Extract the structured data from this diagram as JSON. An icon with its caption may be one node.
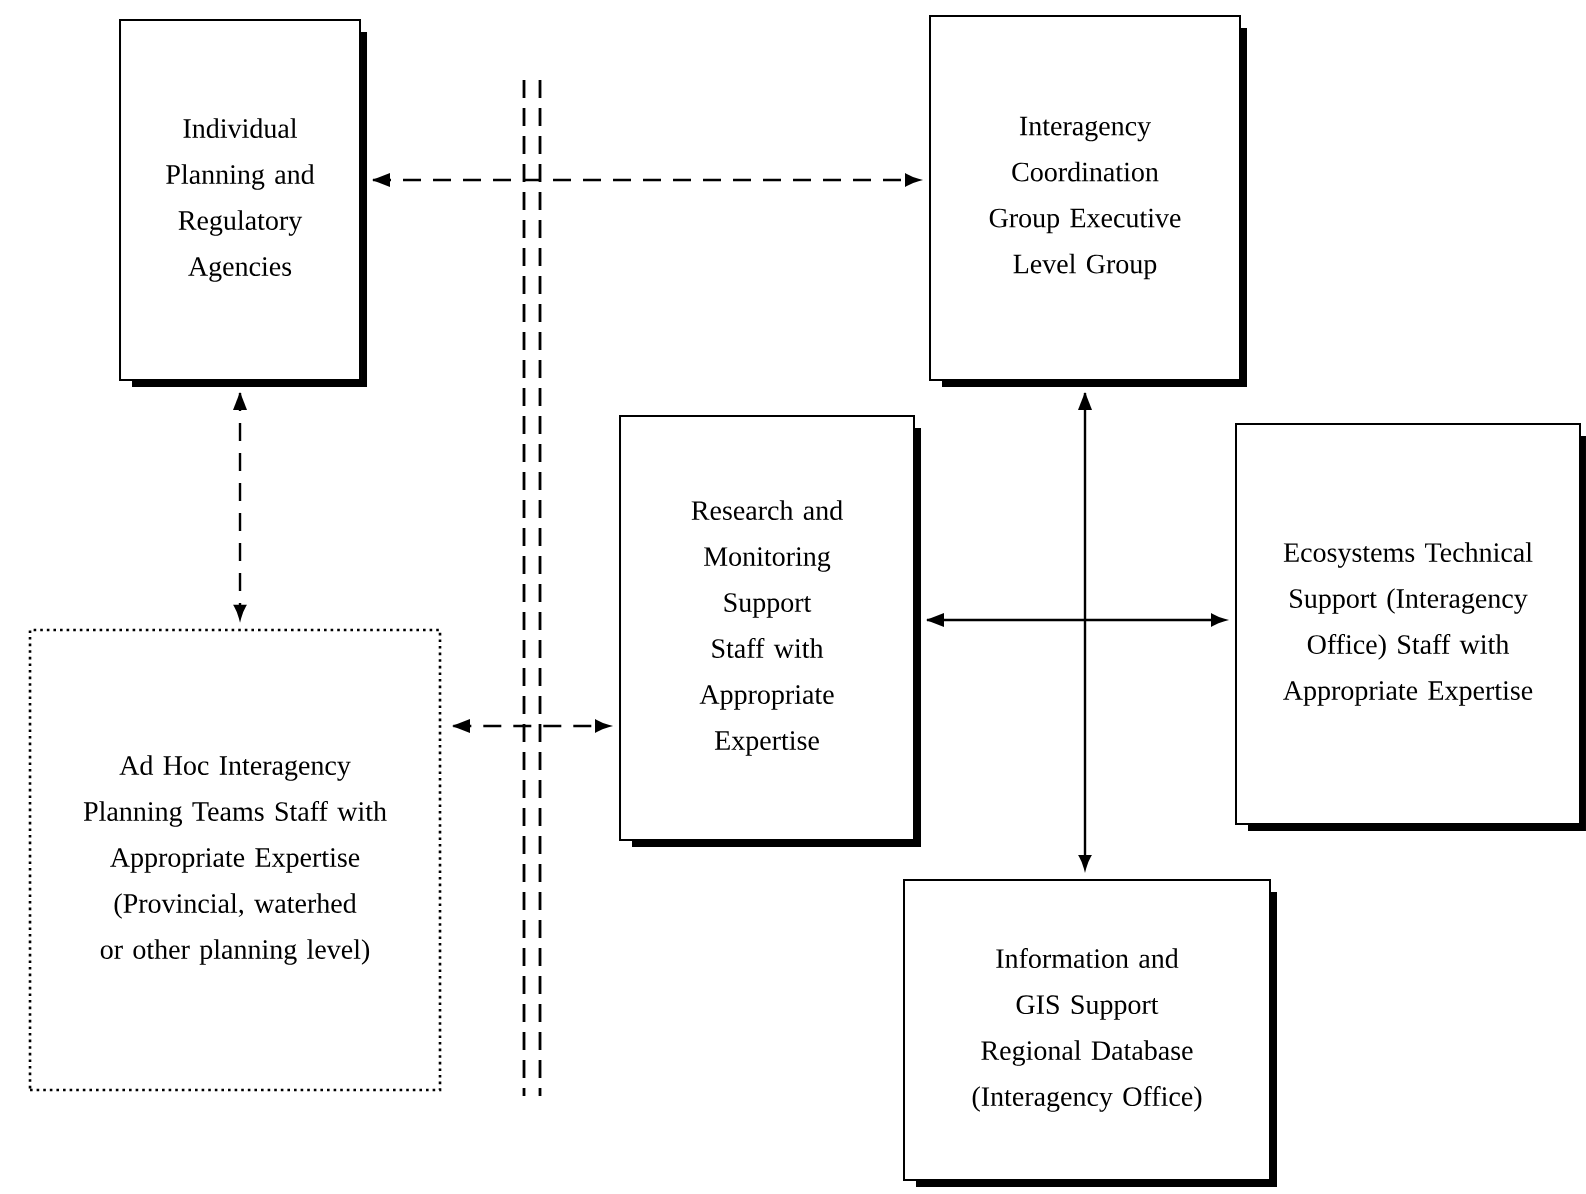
{
  "diagram": {
    "nodes": [
      {
        "text": [
          "Individual Planning and Regulatory Agencies"
        ]
      },
      {
        "text": [
          "Interagency Coordination Group Executive Level Group"
        ]
      },
      {
        "text": [
          "Research and Monitoring Support Staff with Appropriate Expertise"
        ]
      },
      {
        "text": [
          "Ecosystems Technical Support (Interagency Office) Staff with Appropriate Expertise"
        ]
      },
      {
        "text": [
          "Ad Hoc Interagency Planning Teams Staff with Appropriate Expertise (Provincial, waterhed or other planning level)"
        ]
      },
      {
        "text": [
          "Information and GIS Support Regional Database (Interagency Office)"
        ]
      }
    ],
    "edges": [
      {
        "from": 0,
        "to": 1,
        "arrow": "both",
        "style": "dashed"
      },
      {
        "from": 0,
        "to": 4,
        "arrow": "both",
        "style": "dashed"
      },
      {
        "from": 4,
        "to": 2,
        "arrow": "both",
        "style": "dashed"
      },
      {
        "from": 2,
        "to": 3,
        "arrow": "both"
      },
      {
        "from": 1,
        "to": 5,
        "arrow": "both"
      }
    ]
  }
}
